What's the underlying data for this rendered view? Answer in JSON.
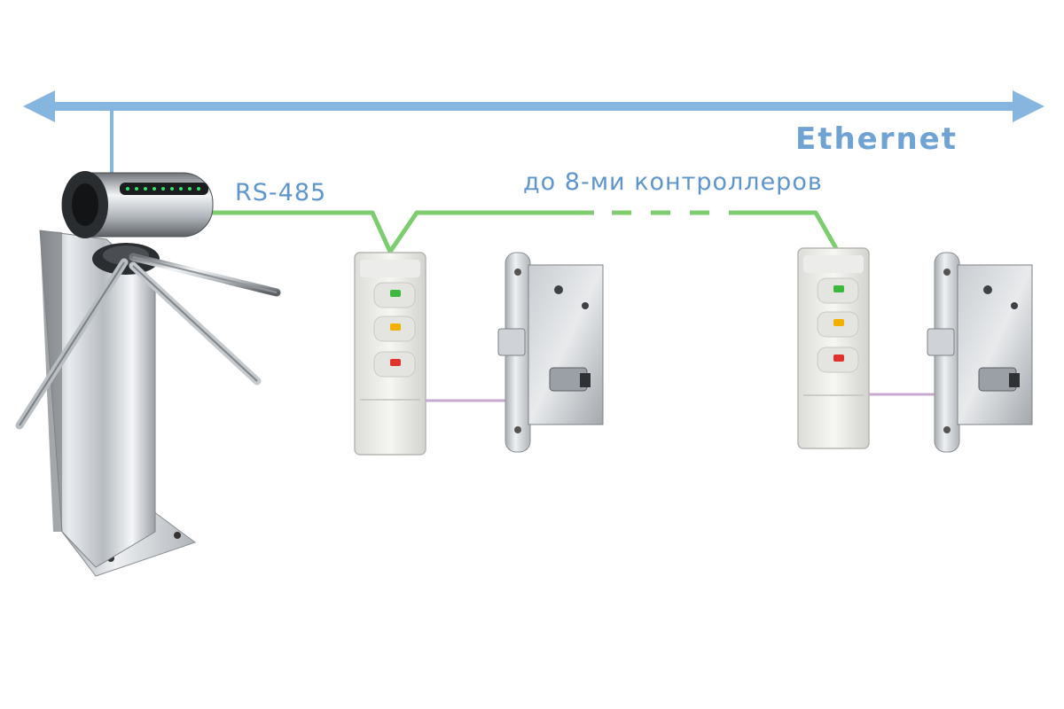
{
  "labels": {
    "ethernet": "Ethernet",
    "rs485": "RS-485",
    "controllers_note": "до 8-ми контроллеров"
  },
  "colors": {
    "ethernet_bus": "#86b6e0",
    "ethernet_text": "#6fa3d4",
    "rs485_line": "#7ccd6e",
    "label_text": "#5e95cc",
    "lock_wire": "#c7a8d2",
    "led_green": "#3cb83c",
    "led_yellow": "#f2b100",
    "led_red": "#e0322a"
  },
  "icons": [
    "tripod-turnstile-icon",
    "access-controller-icon",
    "mortise-lock-icon",
    "bidirectional-arrow-icon"
  ]
}
